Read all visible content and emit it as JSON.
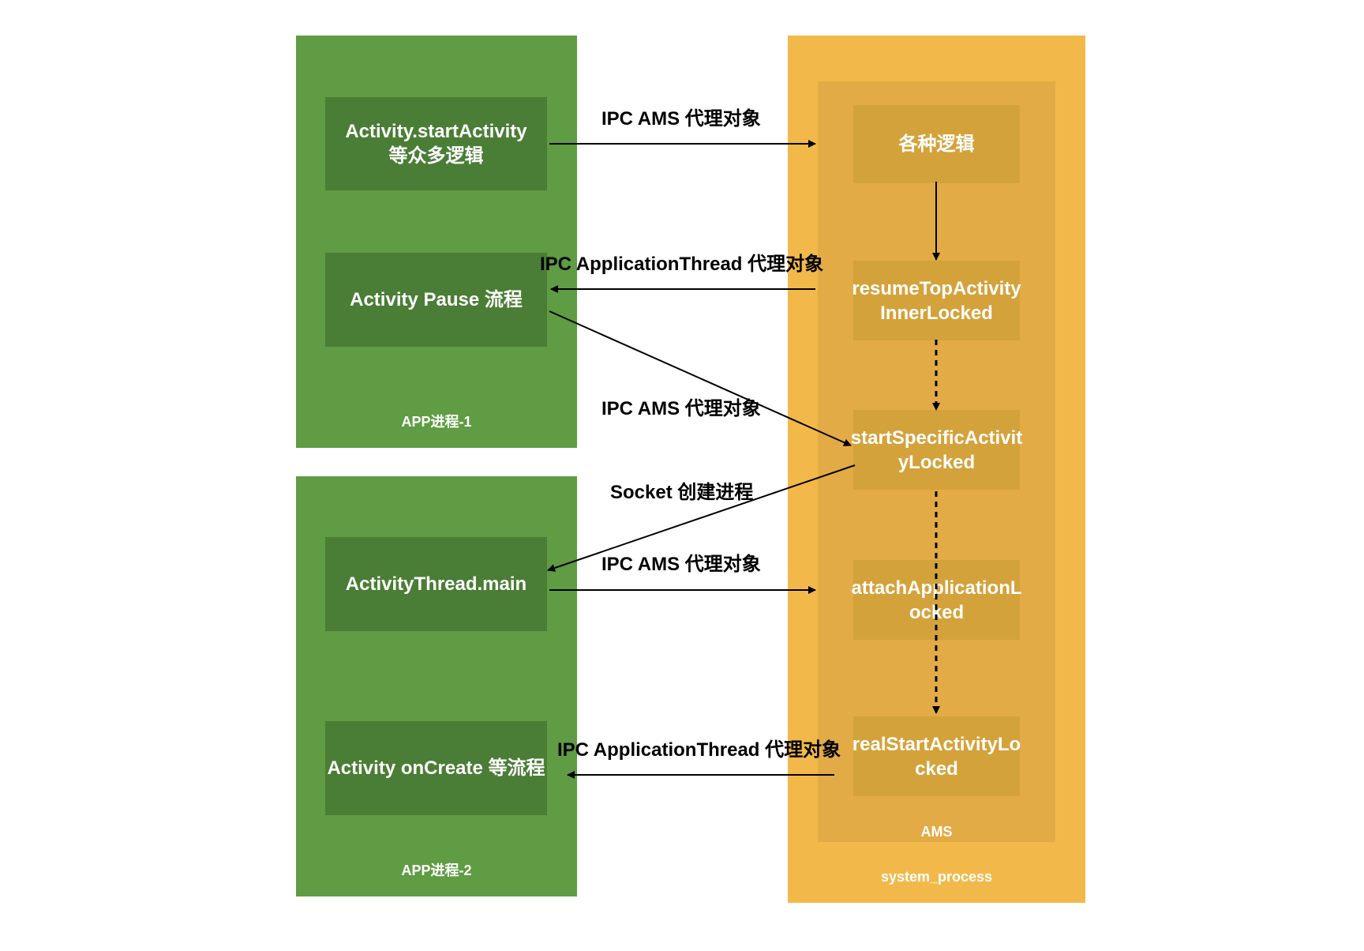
{
  "app1": {
    "title": "APP进程-1",
    "nodes": {
      "start_activity": "Activity.startActivity\n等众多逻辑",
      "pause": "Activity Pause 流程"
    }
  },
  "app2": {
    "title": "APP进程-2",
    "nodes": {
      "thread_main": "ActivityThread.main",
      "on_create": "Activity onCreate 等流程"
    }
  },
  "system": {
    "title": "system_process",
    "ams_title": "AMS",
    "nodes": {
      "logic": "各种逻辑",
      "resume": "resumeTopActivity\nInnerLocked",
      "start_specific": "startSpecificActivit\nyLocked",
      "attach": "attachApplicationL\nocked",
      "real_start": "realStartActivityLo\ncked"
    }
  },
  "edges": {
    "ipc_ams_1": "IPC AMS 代理对象",
    "ipc_app_thread_1": "IPC ApplicationThread 代理对象",
    "ipc_ams_2": "IPC AMS 代理对象",
    "socket": "Socket 创建进程",
    "ipc_ams_3": "IPC AMS 代理对象",
    "ipc_app_thread_2": "IPC ApplicationThread 代理对象"
  },
  "colors": {
    "app_process": "#5f9c43",
    "app_node": "#4a7d35",
    "system_process": "#f2b94a",
    "ams": "#e3ab45",
    "ams_node": "#d4a23a"
  }
}
